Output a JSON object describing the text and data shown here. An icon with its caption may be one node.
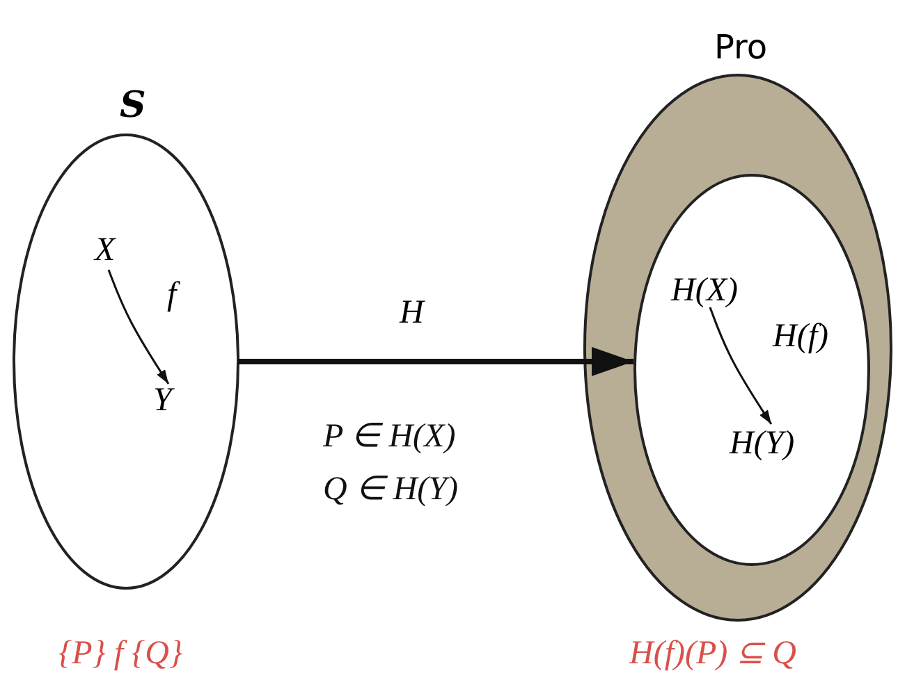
{
  "diagram": {
    "nodes": [
      {
        "text": [
          "S"
        ]
      },
      {
        "text": [
          "X"
        ],
        "in": 0
      },
      {
        "text": [
          "Y"
        ],
        "in": 0
      },
      {
        "text": [
          "Pro"
        ]
      },
      {
        "text": [],
        "shape": "circle",
        "in": 3
      },
      {
        "text": [
          "H(X)"
        ],
        "in": 4
      },
      {
        "text": [
          "H(Y)"
        ],
        "in": 4
      }
    ],
    "edges": [
      {
        "from": 1,
        "to": 2,
        "arrow": "to",
        "label": "f"
      },
      {
        "from": 0,
        "to": 4,
        "arrow": "to",
        "label": "H",
        "style": "thick"
      },
      {
        "from": 5,
        "to": 6,
        "arrow": "to",
        "label": "H(f)"
      }
    ],
    "labels": [
      "P ∈ H(X)",
      "Q ∈ H(Y)",
      "{P} f {Q}",
      "H(f)(P) ⊆ Q"
    ]
  }
}
